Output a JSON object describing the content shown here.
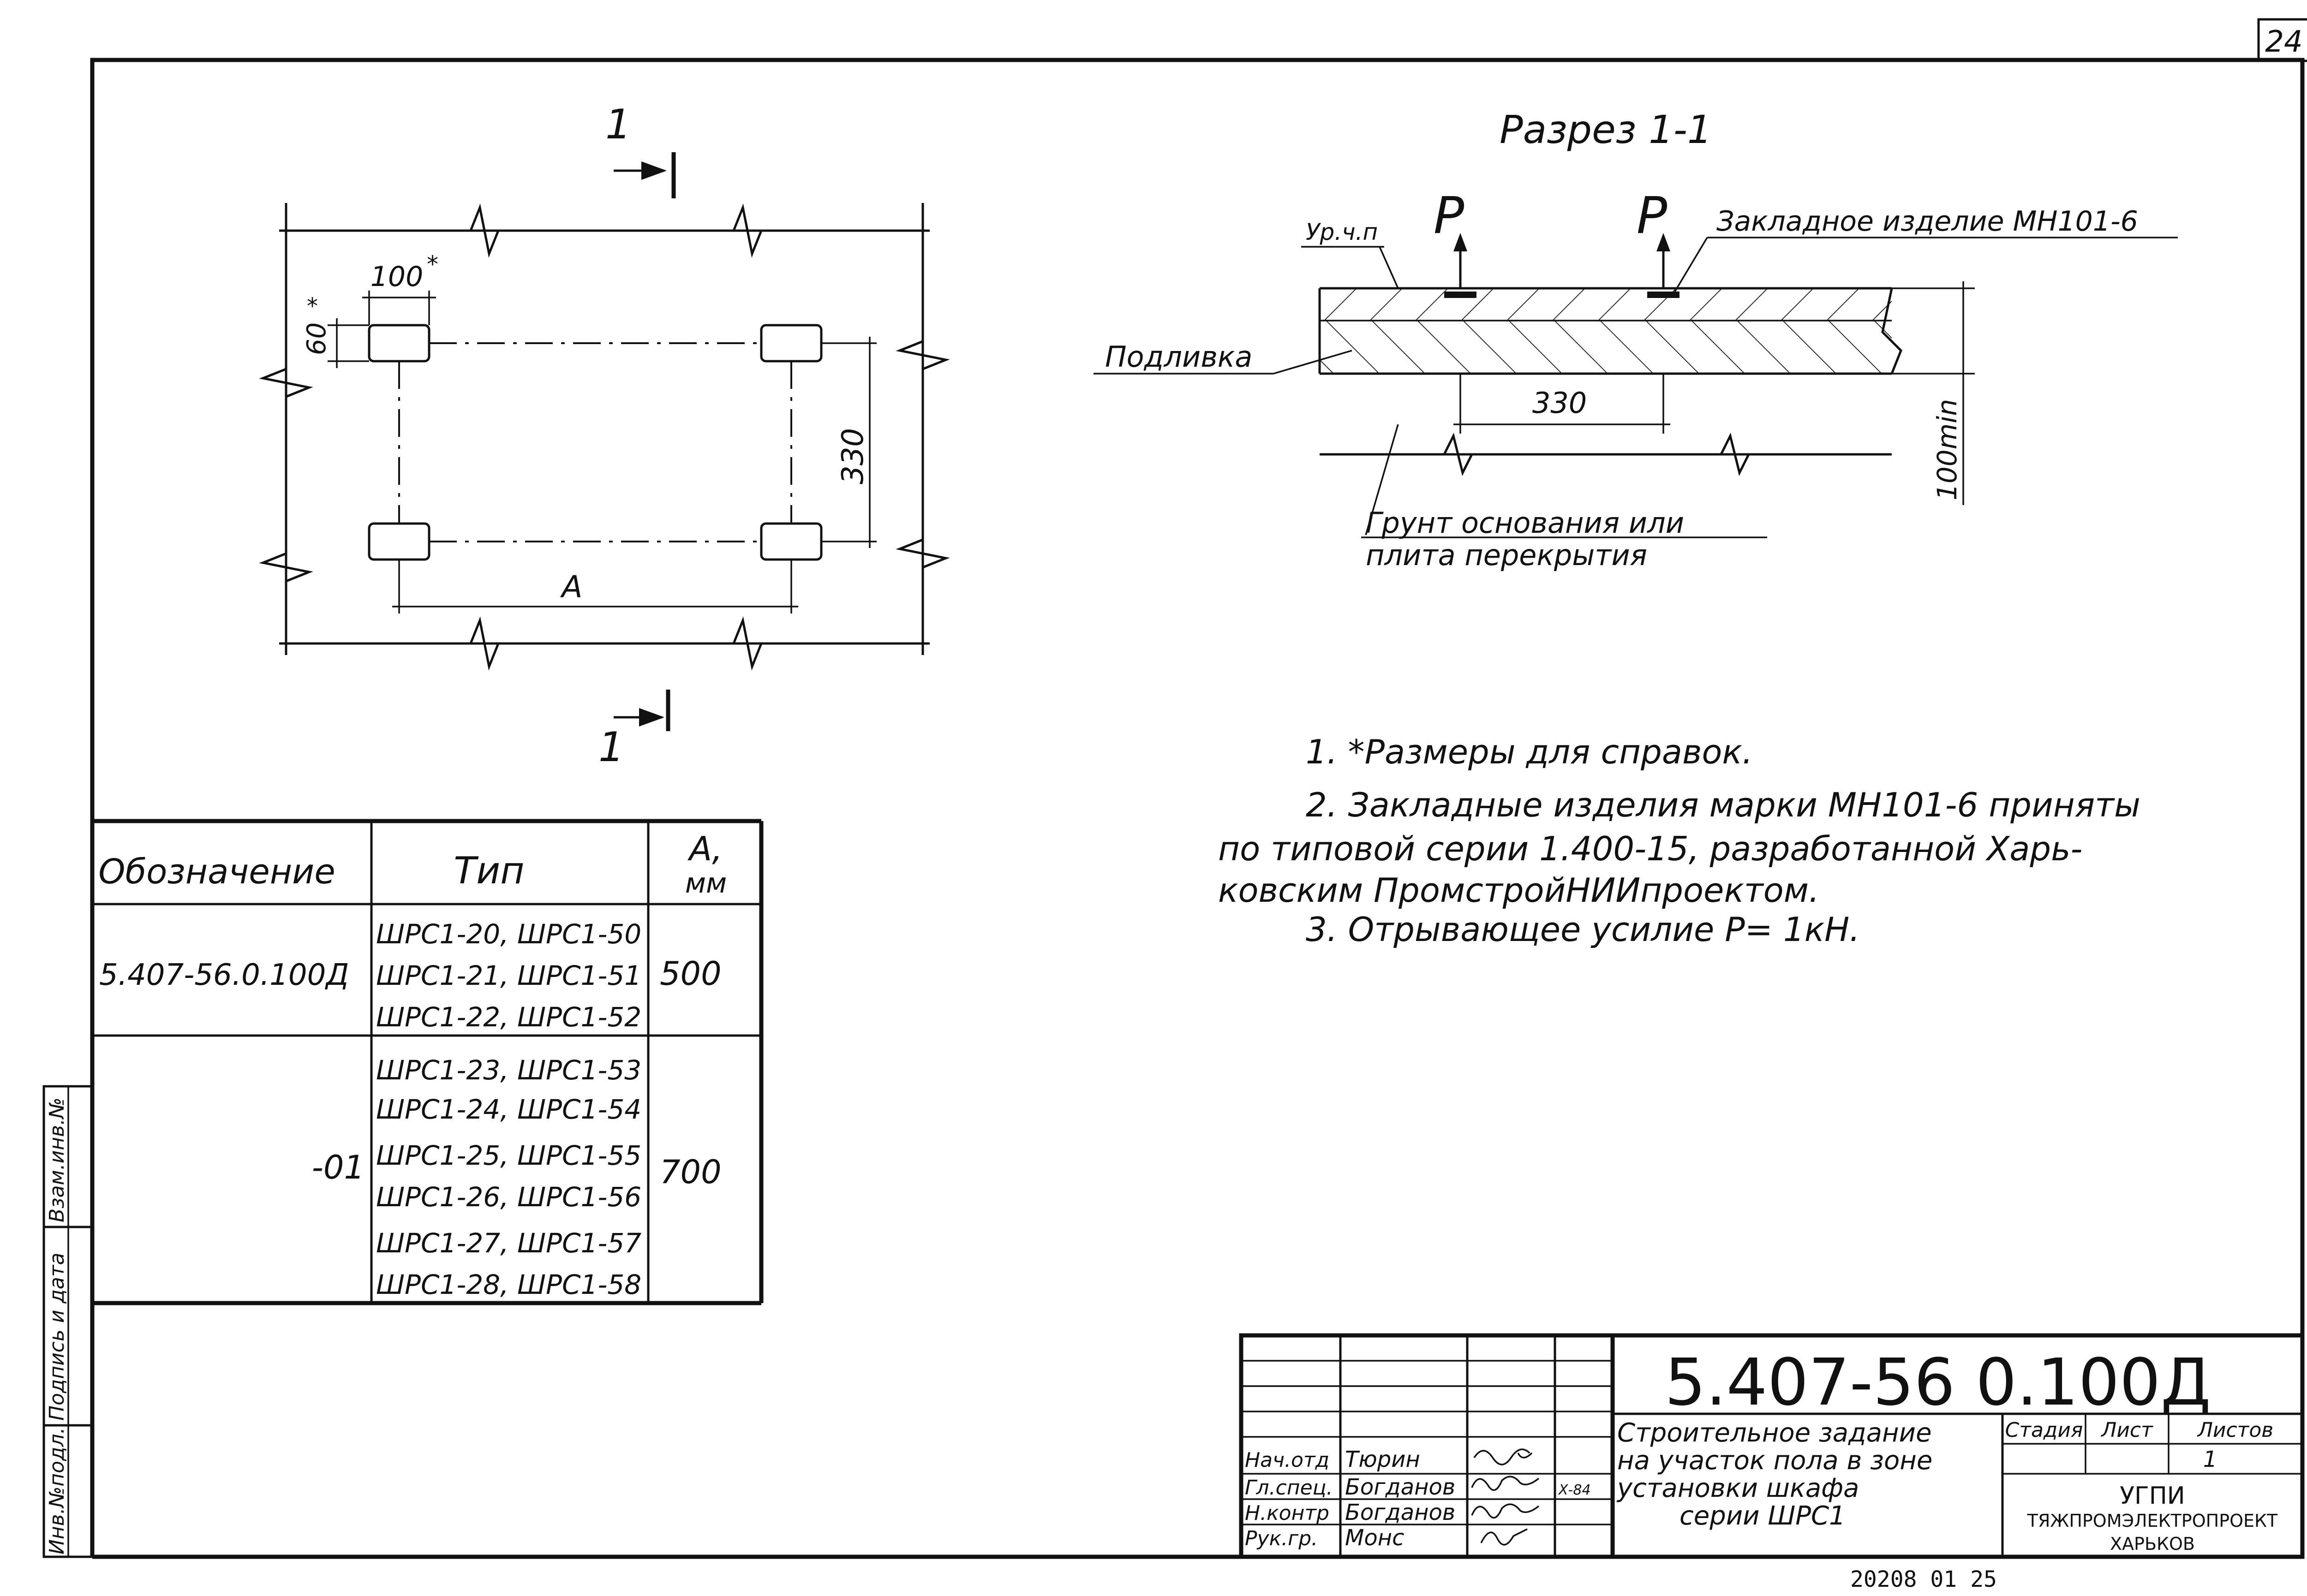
{
  "sheet_number": "24",
  "plan": {
    "section_mark_top": "1",
    "section_mark_bottom": "1",
    "dim_100": "100",
    "dim_100_star": "*",
    "dim_60": "60",
    "dim_60_star": "*",
    "dim_330": "330",
    "dim_A": "A"
  },
  "section": {
    "title": "Разрез 1-1",
    "level_label": "Ур.ч.п",
    "load_label_1": "Р",
    "load_label_2": "Р",
    "embed_label": "Закладное изделие МН101-6",
    "pour_label": "Подливка",
    "dim_330": "330",
    "dim_100min": "100min",
    "base_label_1": "Грунт основания или",
    "base_label_2": "плита перекрытия"
  },
  "notes": [
    "1. *Размеры для справок.",
    "2. Закладные изделия марки МН101-6 приняты",
    "по типовой серии 1.400-15, разработанной Харь-",
    "ковским ПромстройНИИпроектом.",
    "3. Отрывающее усилие Р= 1кН."
  ],
  "table": {
    "headers": [
      "Обозначение",
      "Тип",
      "А,",
      "мм"
    ],
    "rows": [
      {
        "designation": "5.407-56.0.100Д",
        "types": [
          "ШРС1-20, ШРС1-50",
          "ШРС1-21, ШРС1-51",
          "ШРС1-22, ШРС1-52"
        ],
        "a": "500"
      },
      {
        "designation": "-01",
        "types": [
          "ШРС1-23, ШРС1-53",
          "ШРС1-24, ШРС1-54",
          "ШРС1-25, ШРС1-55",
          "ШРС1-26, ШРС1-56",
          "ШРС1-27, ШРС1-57",
          "ШРС1-28, ШРС1-58"
        ],
        "a": "700"
      }
    ]
  },
  "side_stamp": [
    "Инв.№подл.",
    "Подпись и дата",
    "Взам.инв.№"
  ],
  "title_block": {
    "code": "5.407-56 0.100Д",
    "description": [
      "Строительное задание",
      "на участок пола в зоне",
      "установки шкафа",
      "серии ШРС1"
    ],
    "stage_header": "Стадия",
    "sheet_header": "Лист",
    "sheets_header": "Листов",
    "sheets_value": "1",
    "org_1": "УГПИ",
    "org_2": "ТЯЖПРОМЭЛЕКТРОПРОЕКТ",
    "org_3": "ХАРЬКОВ",
    "date": "Х-84",
    "signers": [
      {
        "role": "Нач.отд",
        "name": "Тюрин"
      },
      {
        "role": "Гл.спец.",
        "name": "Богданов"
      },
      {
        "role": "Н.контр",
        "name": "Богданов"
      },
      {
        "role": "Рук.гр.",
        "name": "Монс"
      }
    ]
  },
  "bottom_number": "20208 01 25"
}
